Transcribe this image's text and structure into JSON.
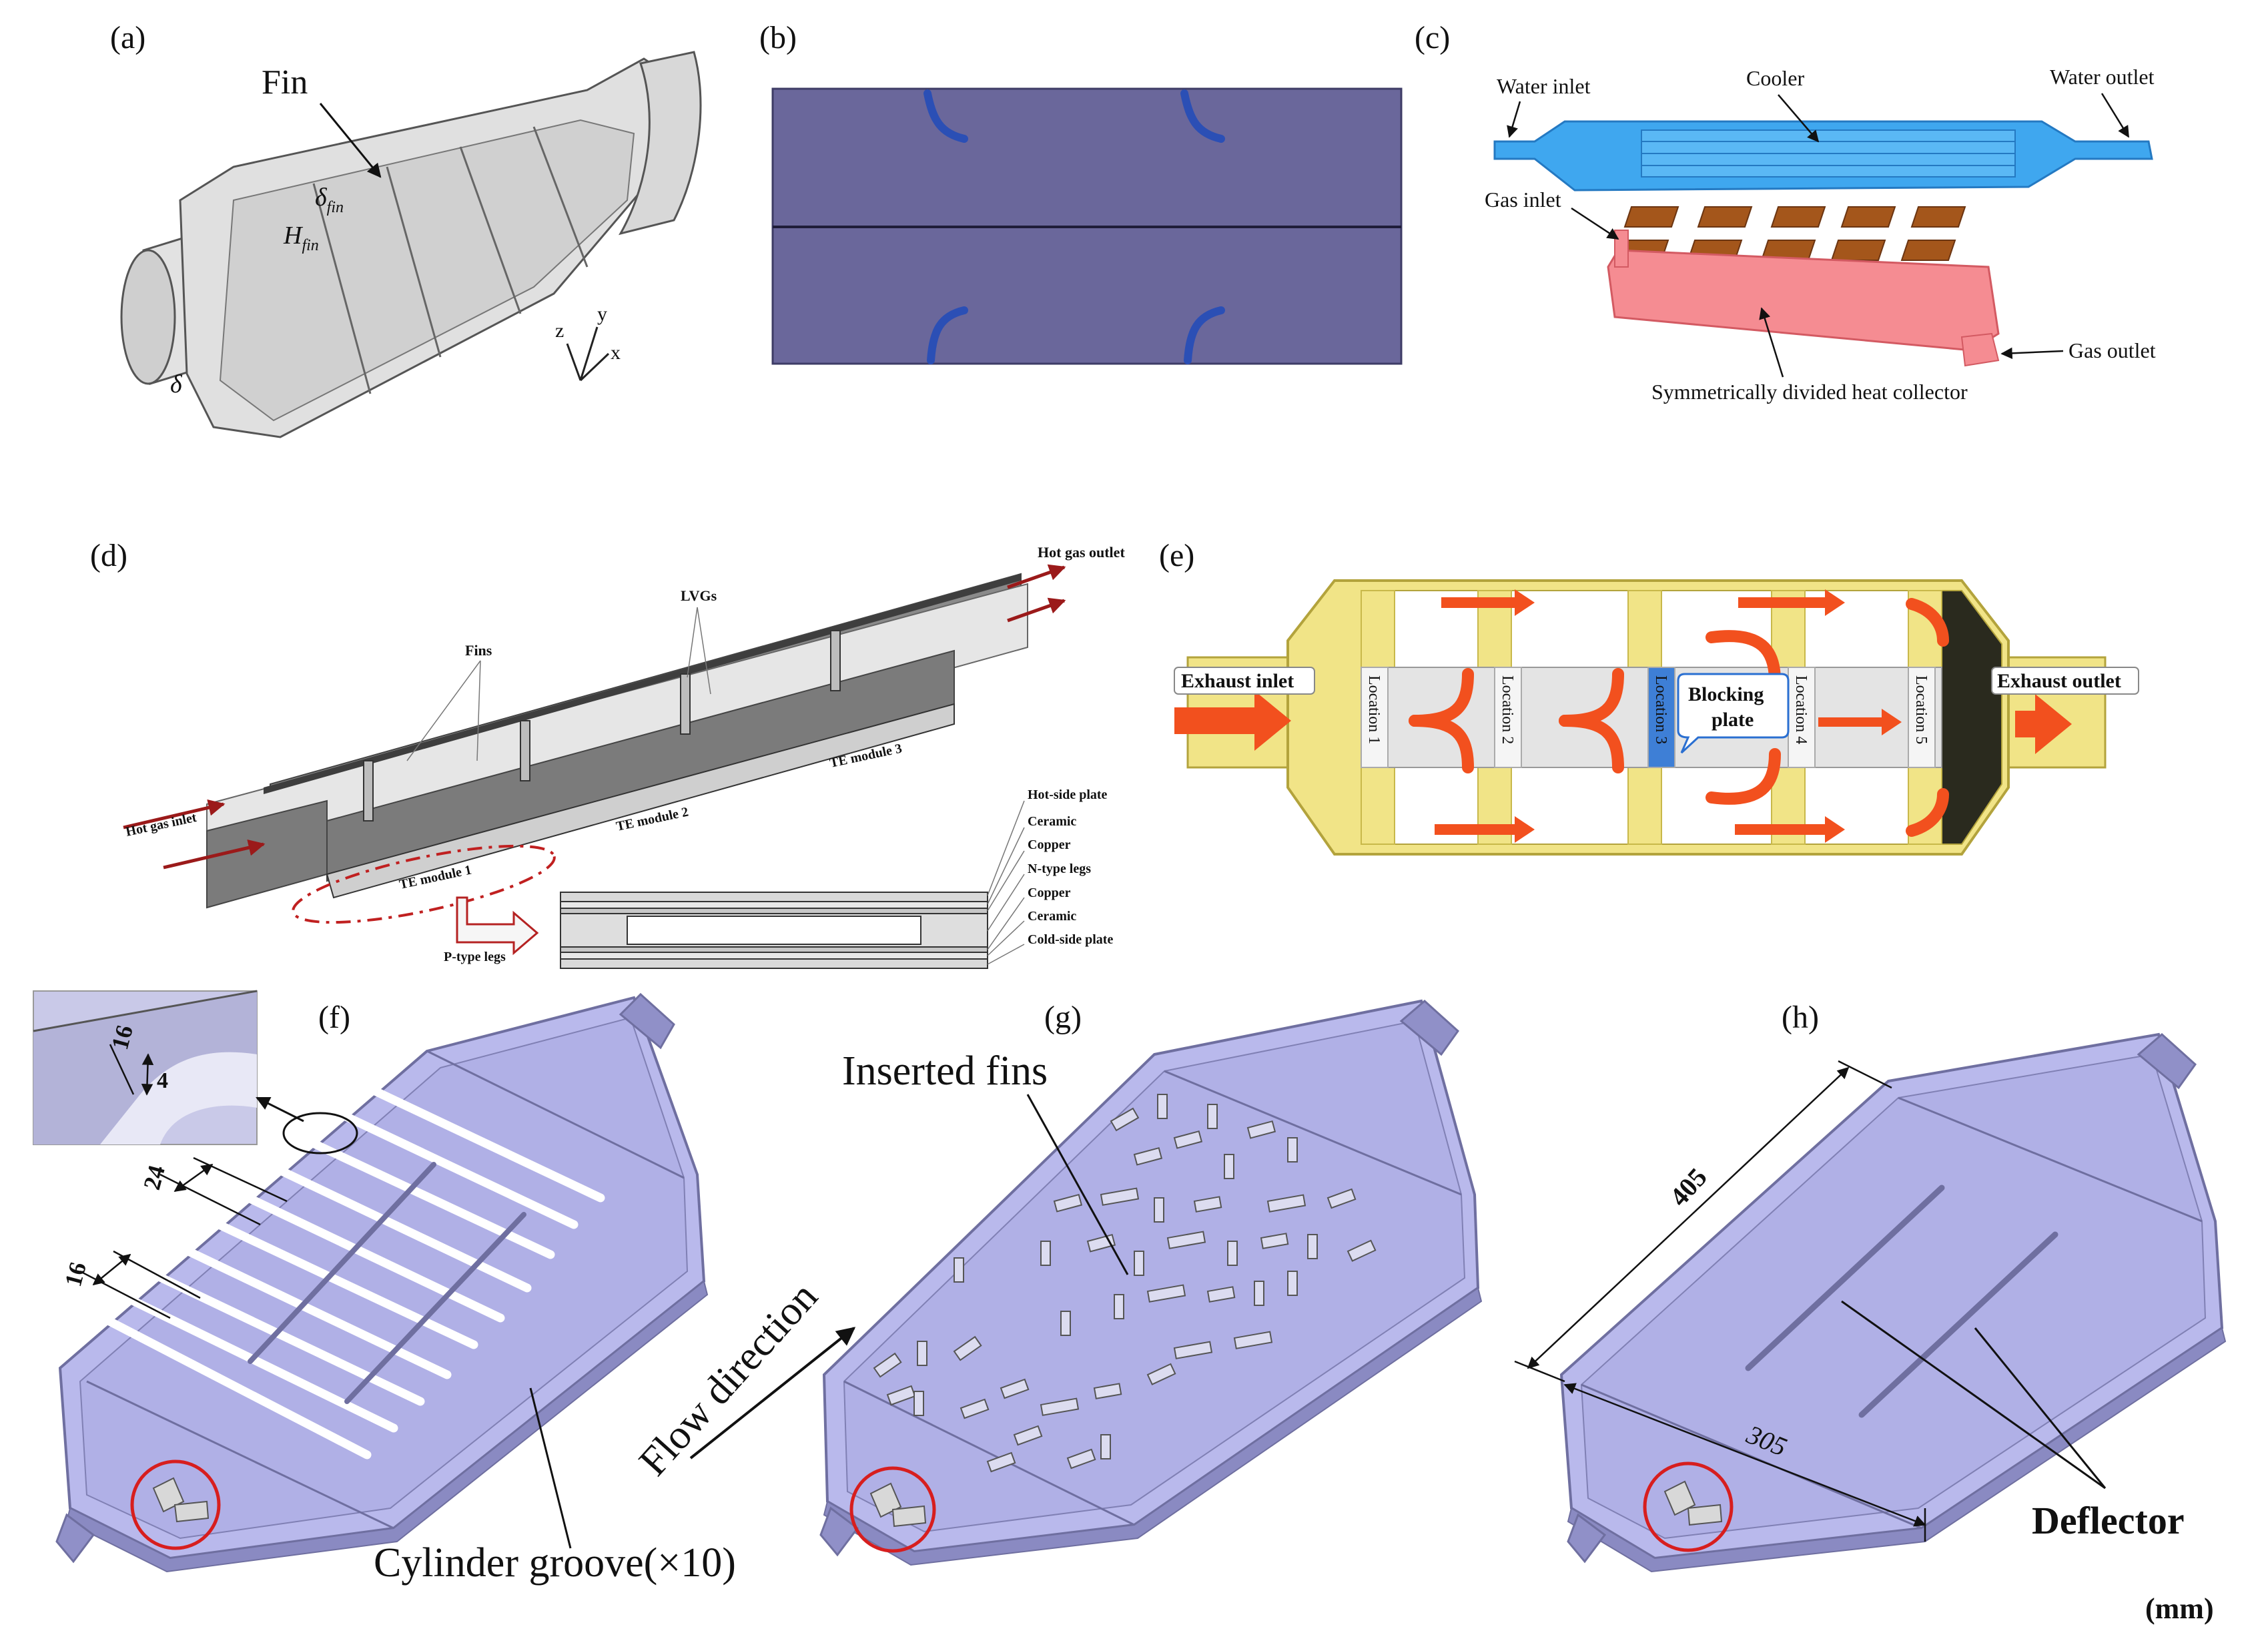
{
  "panels": {
    "a": {
      "tag": "(a)",
      "fin": "Fin",
      "delta_fin": "δ",
      "delta_fin_sub": "fin",
      "h_fin": "H",
      "h_fin_sub": "fin",
      "delta": "δ",
      "axis_z": "z",
      "axis_y": "y",
      "axis_x": "x"
    },
    "b": {
      "tag": "(b)"
    },
    "c": {
      "tag": "(c)",
      "water_inlet": "Water inlet",
      "cooler": "Cooler",
      "water_outlet": "Water outlet",
      "gas_inlet": "Gas inlet",
      "gas_outlet": "Gas outlet",
      "collector": "Symmetrically divided heat collector"
    },
    "d": {
      "tag": "(d)",
      "hot_gas_outlet": "Hot gas outlet",
      "lvgs": "LVGs",
      "fins": "Fins",
      "hot_gas_inlet": "Hot gas inlet",
      "te1": "TE module 1",
      "te2": "TE module 2",
      "te3": "TE module 3",
      "p_legs": "P-type legs",
      "layers": [
        "Hot-side plate",
        "Ceramic",
        "Copper",
        "N-type legs",
        "Copper",
        "Ceramic",
        "Cold-side plate"
      ]
    },
    "e": {
      "tag": "(e)",
      "exhaust_inlet": "Exhaust inlet",
      "exhaust_outlet": "Exhaust outlet",
      "blocking_1": "Blocking",
      "blocking_2": "plate",
      "locations": [
        "Location 1",
        "Location 2",
        "Location 3",
        "Location 4",
        "Location 5"
      ]
    },
    "f": {
      "tag": "(f)",
      "dim_16a": "16",
      "dim_4": "4",
      "dim_24": "24",
      "dim_16b": "16",
      "groove": "Cylinder groove(×10)"
    },
    "g": {
      "tag": "(g)",
      "inserted_fins": "Inserted fins",
      "flow_direction": "Flow direction"
    },
    "h": {
      "tag": "(h)",
      "dim_405": "405",
      "dim_305": "305",
      "deflector": "Deflector",
      "unit": "(mm)"
    }
  },
  "colors": {
    "purple_plate": "#b9b9ec",
    "purple_edge": "#6f6fa0",
    "navy_panel": "#6a679b",
    "flow_arrow": "#f2501e",
    "yellow_shell": "#f1e487",
    "cooler_blue": "#3fa7ef",
    "collector_pink": "#f58c92",
    "module_brown": "#a4561b",
    "red_circle": "#d71e1e",
    "dark_red_arrow": "#9b1a1a",
    "gray_metal": "#d6d6d6"
  }
}
